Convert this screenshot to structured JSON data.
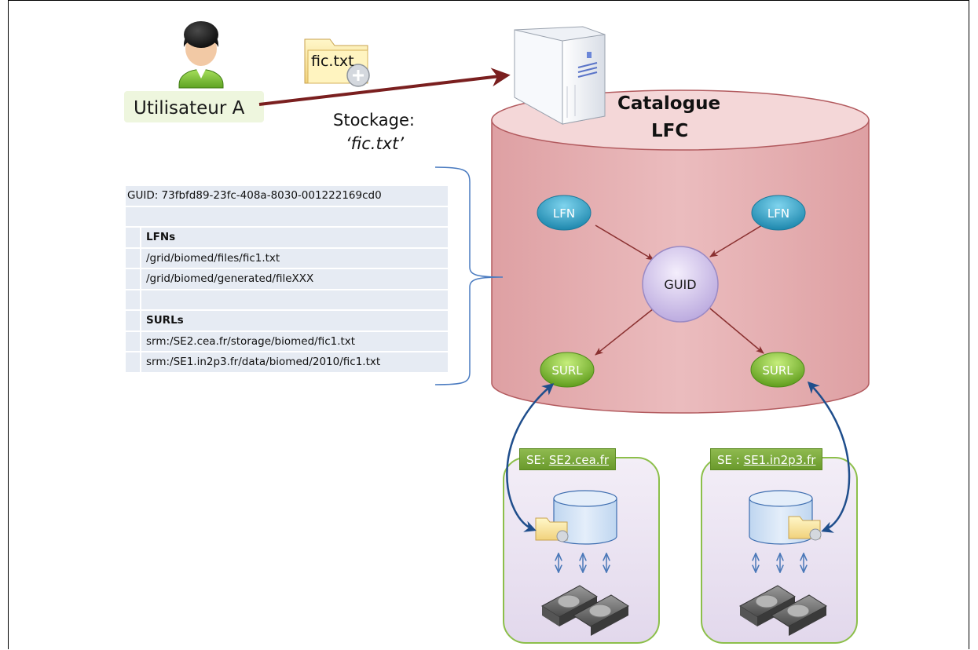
{
  "user": {
    "label": "Utilisateur A"
  },
  "file": {
    "label": "fic.txt"
  },
  "storage": {
    "line1": "Stockage:",
    "line2": "‘fic.txt’"
  },
  "catalogue": {
    "line1": "Catalogue",
    "line2": "LFC"
  },
  "guid_table": {
    "guid_row": "GUID: 73fbfd89-23fc-408a-8030-001222169cd0",
    "lfns_header": "LFNs",
    "lfns": [
      "/grid/biomed/files/fic1.txt",
      "/grid/biomed/generated/fileXXX"
    ],
    "surls_header": "SURLs",
    "surls": [
      "srm:/SE2.cea.fr/storage/biomed/fic1.txt",
      "srm:/SE1.in2p3.fr/data/biomed/2010/fic1.txt"
    ]
  },
  "nodes": {
    "lfn_left": "LFN",
    "lfn_right": "LFN",
    "guid": "GUID",
    "surl_left": "SURL",
    "surl_right": "SURL"
  },
  "se_left": {
    "prefix": "SE: ",
    "host": "SE2.cea.fr"
  },
  "se_right": {
    "prefix": "SE : ",
    "host": "SE1.in2p3.fr"
  },
  "colors": {
    "cylinder": "#e8b4b6",
    "cylinder_edge": "#b25a5e",
    "lfn": "#2f9ec0",
    "guid": "#d9ccef",
    "surl": "#8cc63f",
    "se_tab": "#7aa83a",
    "arrow_main": "#7a1f1f",
    "link": "#1f4e8c"
  }
}
